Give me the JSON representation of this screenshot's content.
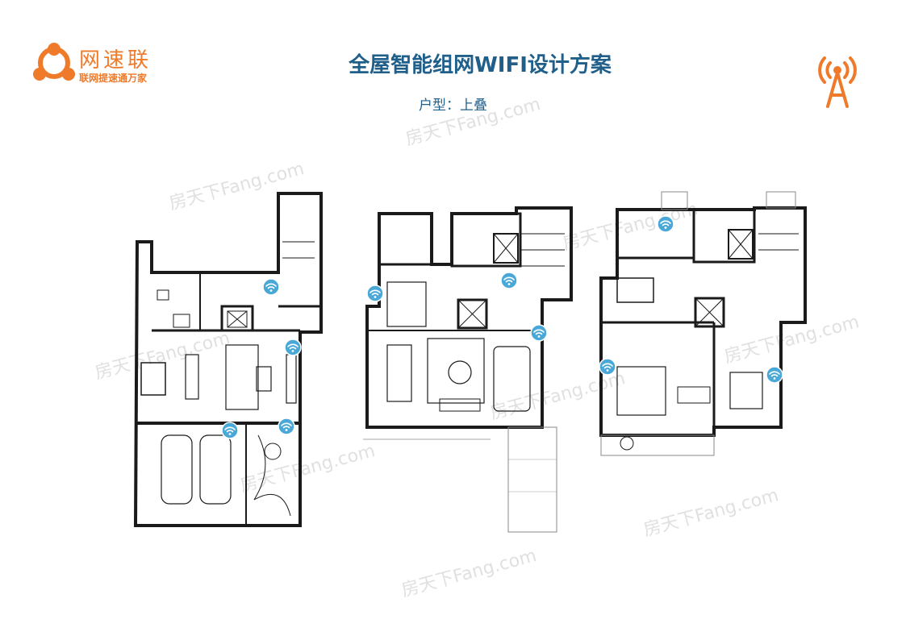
{
  "logo": {
    "name": "网速联",
    "slogan": "联网提速通万家"
  },
  "header": {
    "title": "全屋智能组网WIFI设计方案",
    "subtitle": "户型：上叠"
  },
  "colors": {
    "brand_orange": "#ee7a2a",
    "title_blue": "#1f5f8a",
    "wifi_blue": "#4aa8d8",
    "wall": "#1a1a1a"
  },
  "watermark": {
    "text": "房天下Fang.com"
  },
  "icons": [
    "logo-icon",
    "signal-tower-icon",
    "wifi-icon"
  ]
}
